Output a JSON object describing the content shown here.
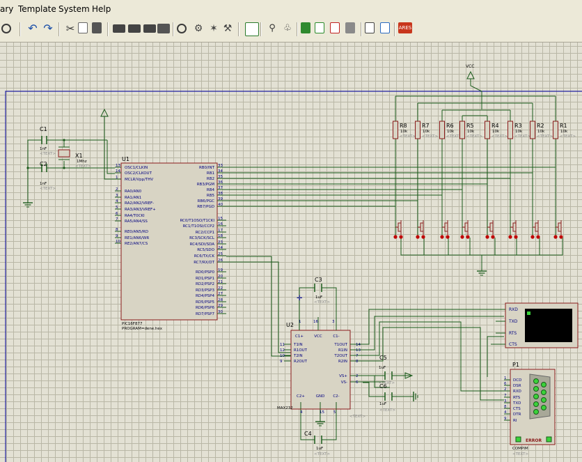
{
  "menu": [
    "ary",
    "Template",
    "System",
    "Help"
  ],
  "toolbar_icons": [
    "zoom-area-icon",
    "undo-icon",
    "redo-icon",
    "cut-icon",
    "copy-icon",
    "paste-icon",
    "block-copy-icon",
    "block-move-icon",
    "block-rotate-icon",
    "block-delete-icon",
    "pick-device-icon",
    "make-device-icon",
    "packaging-tool-icon",
    "decompose-icon",
    "wire-autorouter-icon",
    "search-tag-icon",
    "property-assignment-icon",
    "new-sheet-icon",
    "add-sheet-icon",
    "remove-sheet-icon",
    "design-explorer-icon",
    "bill-of-materials-icon",
    "electrical-rule-check-icon",
    "netlist-to-ares-icon"
  ],
  "toolbar_text": {
    "ares": "ARES"
  },
  "schematic": {
    "vcc_label": "VCC",
    "resistor_value": "10k",
    "text_placeholder": "<TEXT>",
    "resistors": [
      "R8",
      "R7",
      "R6",
      "R5",
      "R4",
      "R3",
      "R2",
      "R1"
    ],
    "c1": {
      "ref": "C1",
      "value": "1nF"
    },
    "c2": {
      "ref": "C2",
      "value": "1nF"
    },
    "x1": {
      "ref": "X1",
      "value": "1Mhz"
    },
    "u1": {
      "ref": "U1",
      "part": "PIC16F877",
      "program": "PROGRAM=dene.hex",
      "left_pins": [
        {
          "num": "13",
          "name": "OSC1/CLKIN"
        },
        {
          "num": "14",
          "name": "OSC2/CLKOUT"
        },
        {
          "num": "1",
          "name": "MCLR/Vpp/THV"
        },
        {
          "num": "2",
          "name": "RA0/AN0"
        },
        {
          "num": "3",
          "name": "RA1/AN1"
        },
        {
          "num": "4",
          "name": "RA2/AN2/VREF-"
        },
        {
          "num": "5",
          "name": "RA3/AN3/VREF+"
        },
        {
          "num": "6",
          "name": "RA4/T0CKI"
        },
        {
          "num": "7",
          "name": "RA5/AN4/SS"
        },
        {
          "num": "8",
          "name": "RE0/AN5/RD"
        },
        {
          "num": "9",
          "name": "RE1/AN6/WR"
        },
        {
          "num": "10",
          "name": "RE2/AN7/CS"
        }
      ],
      "right_pins": [
        {
          "num": "33",
          "name": "RB0/INT"
        },
        {
          "num": "34",
          "name": "RB1"
        },
        {
          "num": "35",
          "name": "RB2"
        },
        {
          "num": "36",
          "name": "RB3/PGM"
        },
        {
          "num": "37",
          "name": "RB4"
        },
        {
          "num": "38",
          "name": "RB5"
        },
        {
          "num": "39",
          "name": "RB6/PGC"
        },
        {
          "num": "40",
          "name": "RB7/PGD"
        },
        {
          "num": "15",
          "name": "RC0/T1OSO/T1CKI"
        },
        {
          "num": "16",
          "name": "RC1/T1OSI/CCP2"
        },
        {
          "num": "17",
          "name": "RC2/CCP1"
        },
        {
          "num": "18",
          "name": "RC3/SCK/SCL"
        },
        {
          "num": "23",
          "name": "RC4/SDI/SDA"
        },
        {
          "num": "24",
          "name": "RC5/SDO"
        },
        {
          "num": "25",
          "name": "RC6/TX/CK"
        },
        {
          "num": "26",
          "name": "RC7/RX/DT"
        },
        {
          "num": "19",
          "name": "RD0/PSP0"
        },
        {
          "num": "20",
          "name": "RD1/PSP1"
        },
        {
          "num": "21",
          "name": "RD2/PSP2"
        },
        {
          "num": "22",
          "name": "RD3/PSP3"
        },
        {
          "num": "27",
          "name": "RD4/PSP4"
        },
        {
          "num": "28",
          "name": "RD5/PSP5"
        },
        {
          "num": "29",
          "name": "RD6/PSP6"
        },
        {
          "num": "30",
          "name": "RD7/PSP7"
        }
      ]
    },
    "u2": {
      "ref": "U2",
      "part": "MAX232",
      "top_pins": [
        {
          "num": "1",
          "name": "C1+"
        },
        {
          "num": "16",
          "name": "VCC"
        },
        {
          "num": "3",
          "name": "C1-"
        }
      ],
      "bottom_pins": [
        {
          "num": "4",
          "name": "C2+"
        },
        {
          "num": "15",
          "name": "GND"
        },
        {
          "num": "5",
          "name": "C2-"
        }
      ],
      "left_pins": [
        {
          "num": "11",
          "name": "T1IN"
        },
        {
          "num": "12",
          "name": "R1OUT"
        },
        {
          "num": "10",
          "name": "T2IN"
        },
        {
          "num": "9",
          "name": "R2OUT"
        }
      ],
      "right_pins": [
        {
          "num": "14",
          "name": "T1OUT"
        },
        {
          "num": "13",
          "name": "R1IN"
        },
        {
          "num": "7",
          "name": "T2OUT"
        },
        {
          "num": "8",
          "name": "R2IN"
        },
        {
          "num": "2",
          "name": "VS+"
        },
        {
          "num": "6",
          "name": "VS-"
        }
      ]
    },
    "caps": [
      {
        "ref": "C3",
        "value": "1uF"
      },
      {
        "ref": "C4",
        "value": "1uF"
      },
      {
        "ref": "C5",
        "value": "1uF"
      },
      {
        "ref": "C6",
        "value": "1uF"
      }
    ],
    "terminal": {
      "pins": [
        "RXD",
        "TXD",
        "RTS",
        "CTS"
      ]
    },
    "p1": {
      "ref": "P1",
      "part": "COMPIM",
      "status": "ERROR",
      "pins": [
        {
          "num": "1",
          "name": "DCD"
        },
        {
          "num": "6",
          "name": "DSR"
        },
        {
          "num": "2",
          "name": "RXD"
        },
        {
          "num": "7",
          "name": "RTS"
        },
        {
          "num": "3",
          "name": "TXD"
        },
        {
          "num": "8",
          "name": "CTS"
        },
        {
          "num": "4",
          "name": "DTR"
        },
        {
          "num": "9",
          "name": "RI"
        }
      ]
    }
  },
  "colors": {
    "wire": "#1a5a1a",
    "component_outline": "#8a1a1a",
    "component_fill": "#d8d4c4",
    "pin_text": "#000080",
    "label_text": "#000000",
    "hidden_text": "#8a8a8a",
    "sheet_border": "#2020a0",
    "junction": "#c00000",
    "led_green": "#3ad23a",
    "grid_bg": "#e3e1d4"
  }
}
